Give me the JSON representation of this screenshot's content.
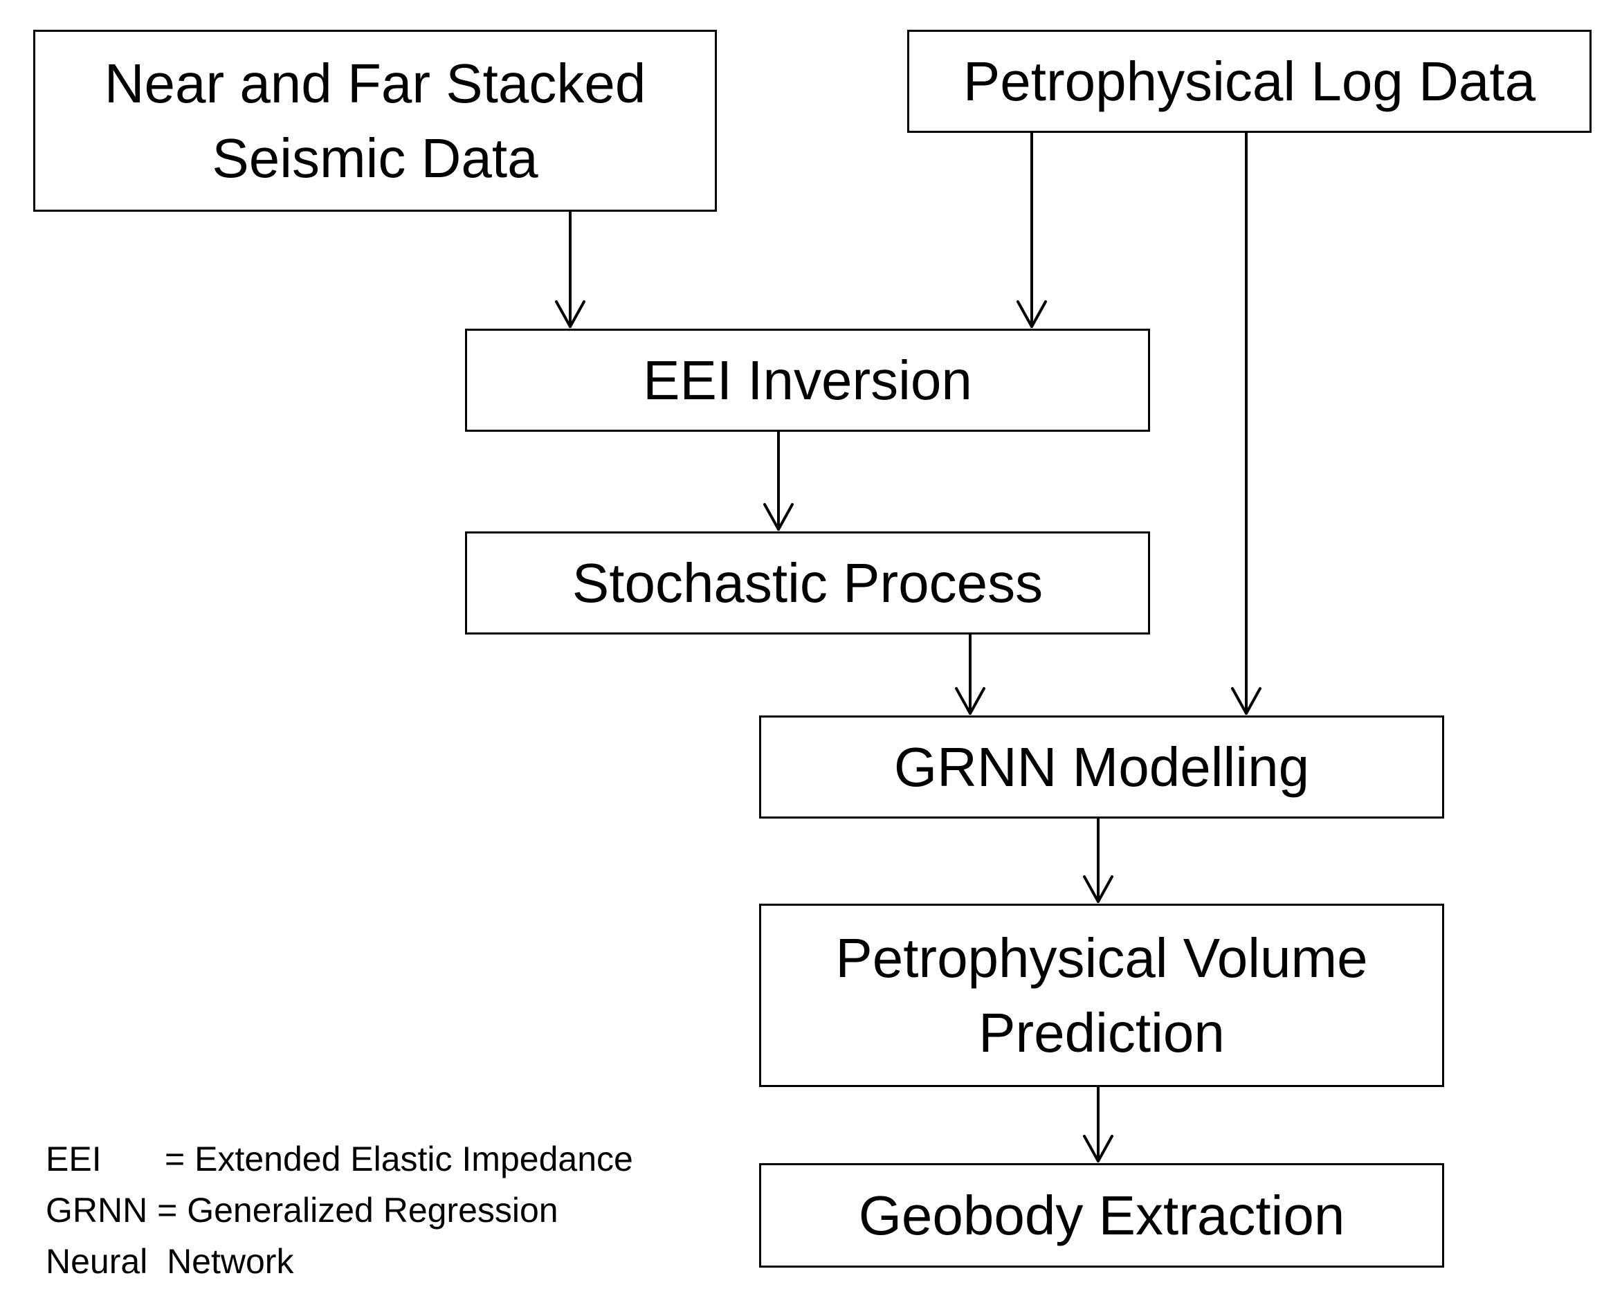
{
  "nodes": {
    "seismic": {
      "line1": "Near and Far Stacked",
      "line2": "Seismic Data"
    },
    "logdata": {
      "label": "Petrophysical Log Data"
    },
    "eei": {
      "label": "EEI Inversion"
    },
    "stochastic": {
      "label": "Stochastic Process"
    },
    "grnn": {
      "label": "GRNN Modelling"
    },
    "petvol": {
      "line1": "Petrophysical Volume",
      "line2": "Prediction"
    },
    "geobody": {
      "label": "Geobody Extraction"
    }
  },
  "edges": [
    {
      "from": "seismic",
      "to": "eei"
    },
    {
      "from": "logdata",
      "to": "eei"
    },
    {
      "from": "logdata",
      "to": "grnn"
    },
    {
      "from": "eei",
      "to": "stochastic"
    },
    {
      "from": "stochastic",
      "to": "grnn"
    },
    {
      "from": "grnn",
      "to": "petvol"
    },
    {
      "from": "petvol",
      "to": "geobody"
    }
  ],
  "legend": {
    "eei": {
      "abbr": "EEI",
      "definition": "= Extended Elastic Impedance"
    },
    "grnn": {
      "abbr": "GRNN",
      "definition": "= Generalized Regression"
    },
    "grnn_cont": "Neural  Network"
  }
}
